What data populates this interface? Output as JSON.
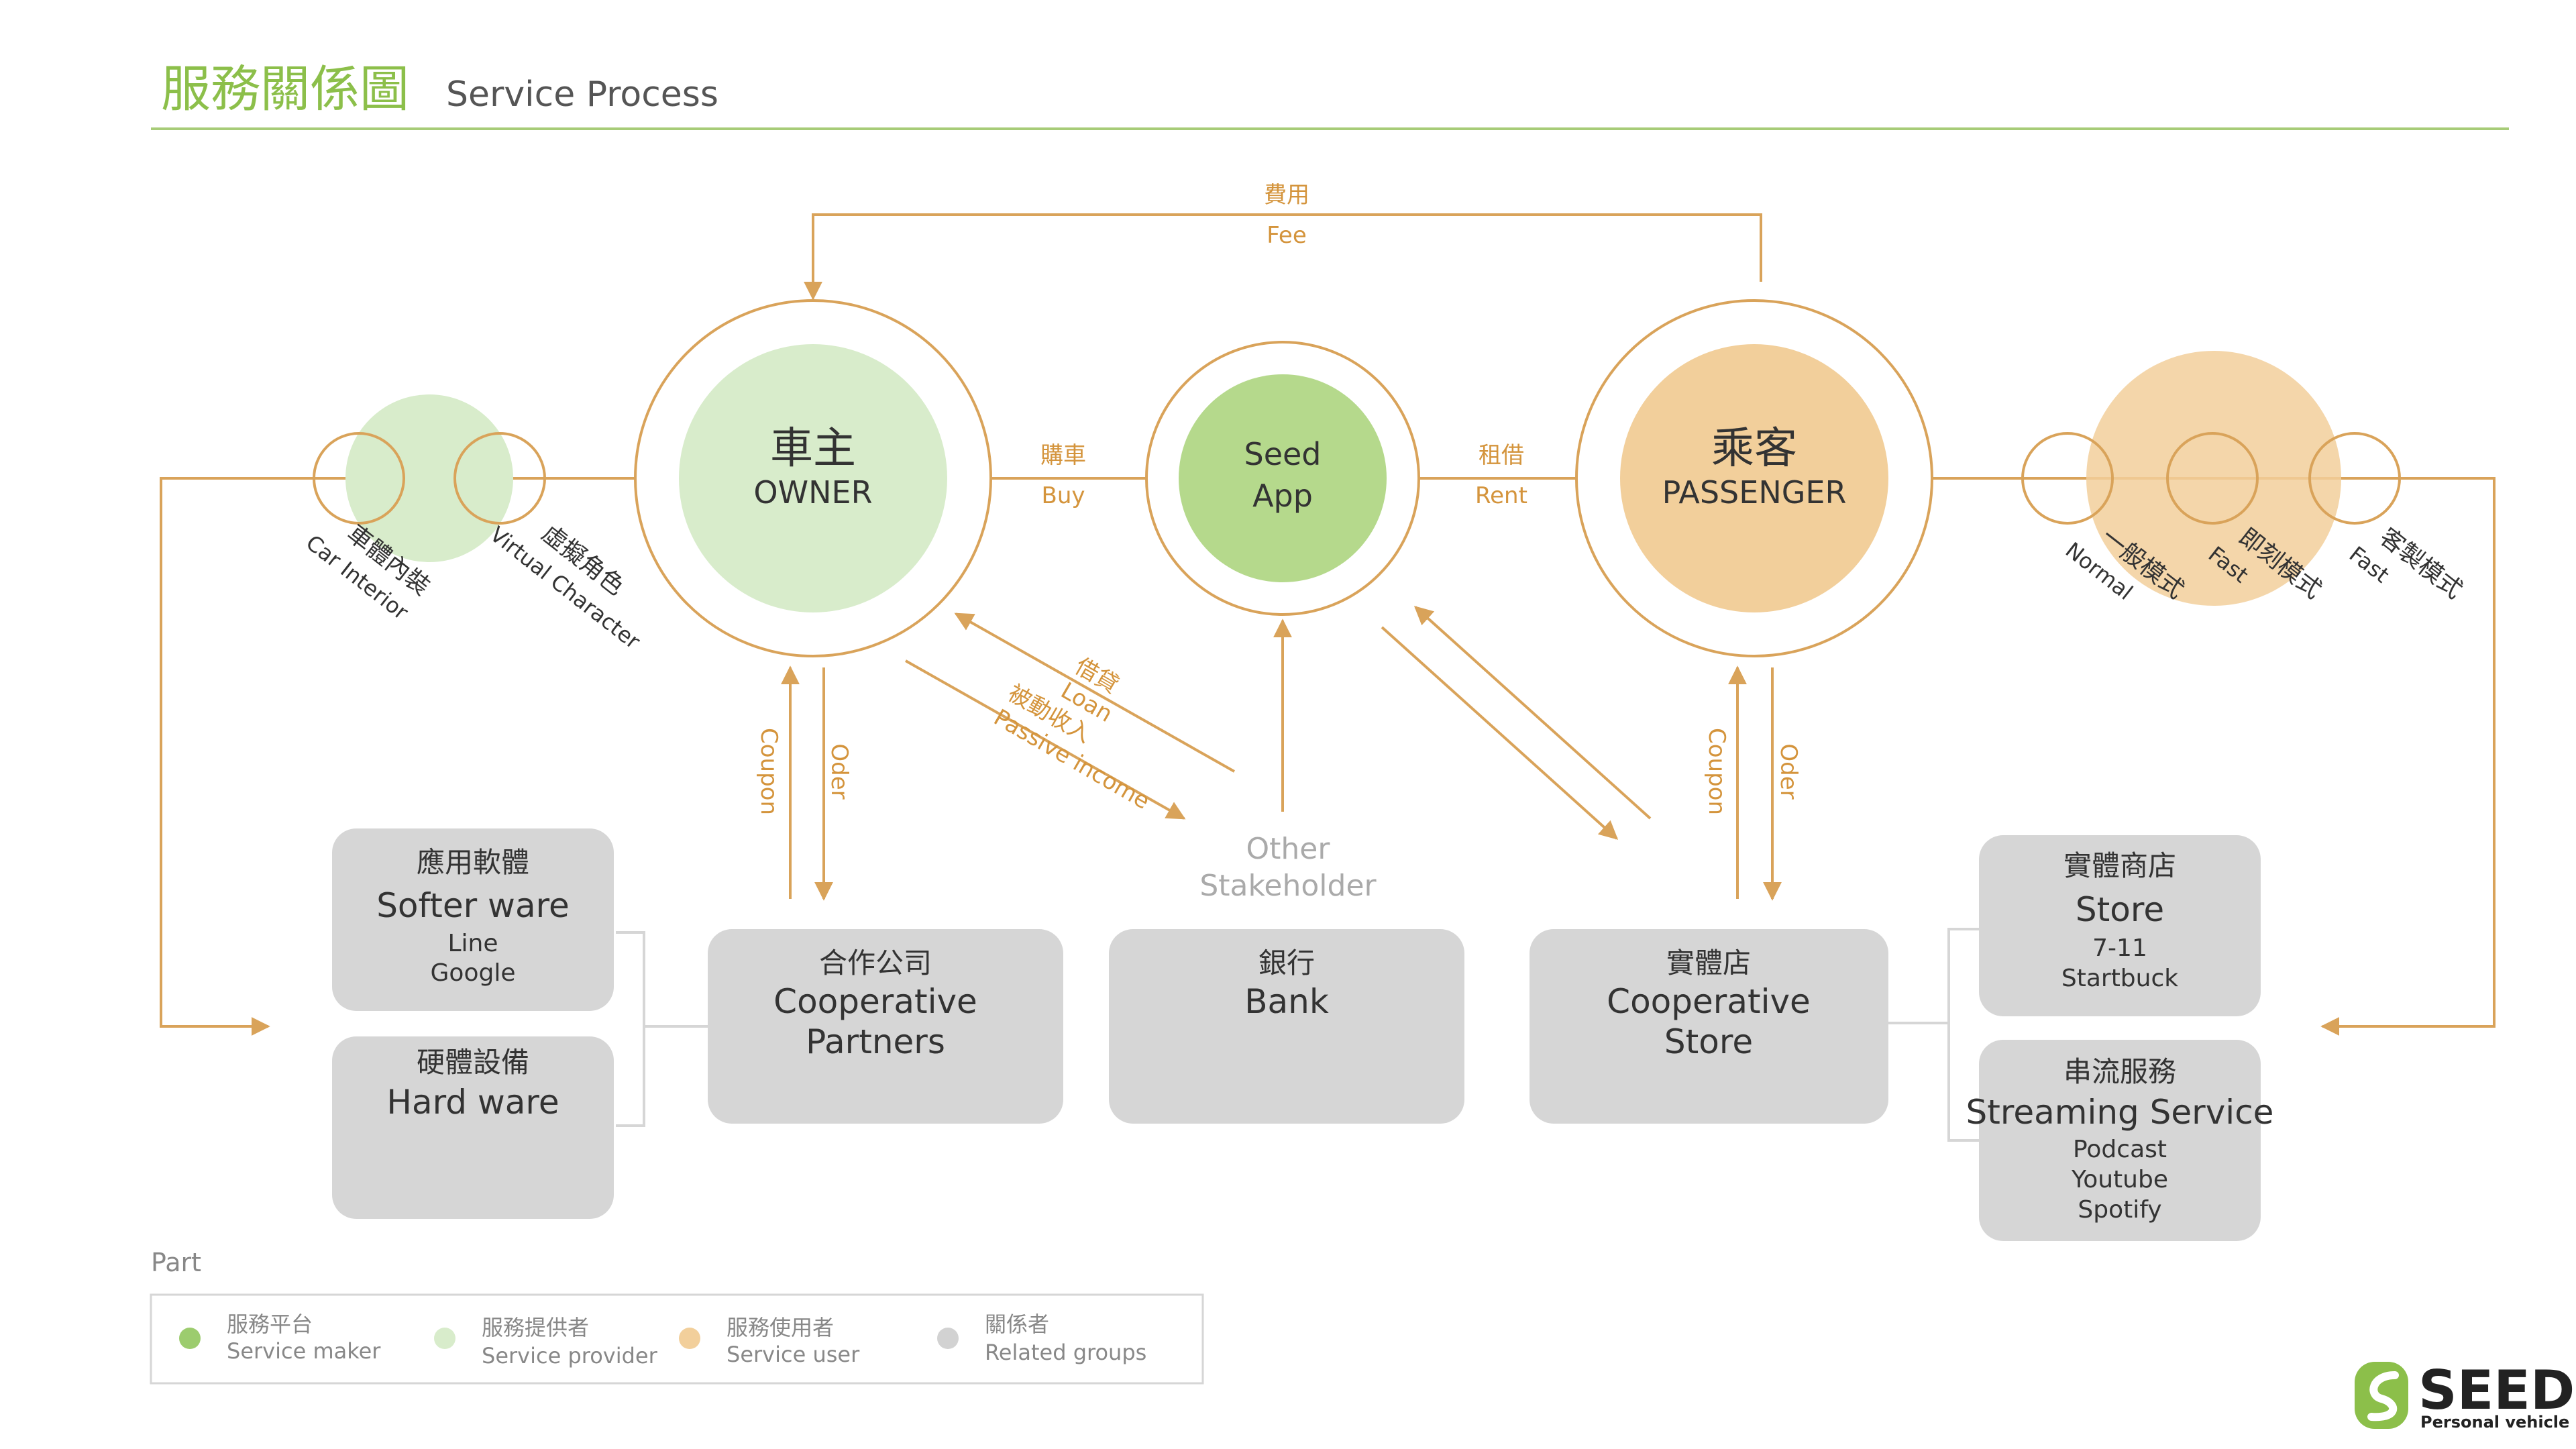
{
  "header": {
    "title_cn": "服務關係圖",
    "title_en": "Service Process"
  },
  "flows": {
    "fee_cn": "費用",
    "fee_en": "Fee",
    "buy_cn": "購車",
    "buy_en": "Buy",
    "rent_cn": "租借",
    "rent_en": "Rent",
    "loan_cn": "借貸",
    "loan_en": "Loan",
    "passive_cn": "被動收入",
    "passive_en": "Passive income",
    "coupon_left": "Coupon",
    "oder_left": "Oder",
    "coupon_right": "Coupon",
    "oder_right": "Oder"
  },
  "nodes": {
    "owner_cn": "車主",
    "owner_en": "OWNER",
    "seed_line1": "Seed",
    "seed_line2": "App",
    "passenger_cn": "乘客",
    "passenger_en": "PASSENGER"
  },
  "owner_features": [
    {
      "cn": "車體內裝",
      "en": "Car Interior"
    },
    {
      "cn": "虛擬角色",
      "en": "Virtual Character"
    }
  ],
  "passenger_modes": [
    {
      "cn": "一般模式",
      "en": "Normal"
    },
    {
      "cn": "即刻模式",
      "en": "Fast"
    },
    {
      "cn": "客製模式",
      "en": "Fast"
    }
  ],
  "stakeholder": {
    "line1": "Other",
    "line2": "Stakeholder"
  },
  "boxes": {
    "software": {
      "cn": "應用軟體",
      "en": "Softer ware",
      "items": [
        "Line",
        "Google"
      ]
    },
    "hardware": {
      "cn": "硬體設備",
      "en": "Hard ware"
    },
    "partners": {
      "cn": "合作公司",
      "en1": "Cooperative",
      "en2": "Partners"
    },
    "bank": {
      "cn": "銀行",
      "en": "Bank"
    },
    "coop_store": {
      "cn": "實體店",
      "en1": "Cooperative",
      "en2": "Store"
    },
    "store": {
      "cn": "實體商店",
      "en": "Store",
      "items": [
        "7-11",
        "Startbuck"
      ]
    },
    "streaming": {
      "cn": "串流服務",
      "en": "Streaming Service",
      "items": [
        "Podcast",
        "Youtube",
        "Spotify"
      ]
    }
  },
  "legend": {
    "heading": "Part",
    "items": [
      {
        "cn": "服務平台",
        "en": "Service maker",
        "color": "#9ccc6e"
      },
      {
        "cn": "服務提供者",
        "en": "Service provider",
        "color": "#d8eccb"
      },
      {
        "cn": "服務使用者",
        "en": "Service user",
        "color": "#f2cf9b"
      },
      {
        "cn": "關係者",
        "en": "Related groups",
        "color": "#d2d2d2"
      }
    ]
  },
  "logo": {
    "name": "SEED",
    "tagline": "Personal vehicle"
  },
  "colors": {
    "accent_green": "#8cbf4a",
    "line_orange": "#d9a35a",
    "maker_green": "#b5d98c",
    "provider_green": "#d8eccb",
    "user_orange": "#f2cf9b",
    "related_gray": "#d6d6d6"
  }
}
